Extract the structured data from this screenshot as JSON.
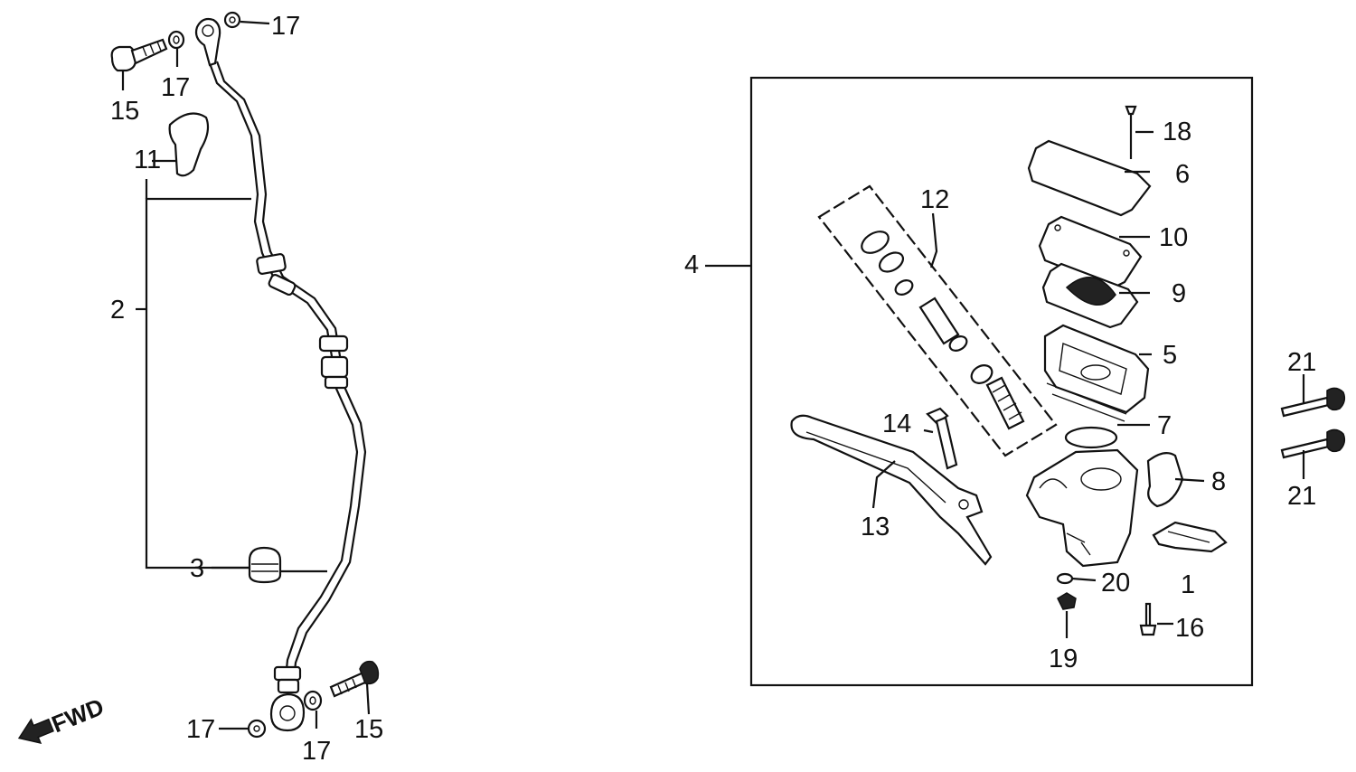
{
  "labels": {
    "l1": "1",
    "l2": "2",
    "l3": "3",
    "l4": "4",
    "l5": "5",
    "l6": "6",
    "l7": "7",
    "l8": "8",
    "l9": "9",
    "l10": "10",
    "l11": "11",
    "l12": "12",
    "l13": "13",
    "l14": "14",
    "l15a": "15",
    "l15b": "15",
    "l16": "16",
    "l17a": "17",
    "l17b": "17",
    "l17c": "17",
    "l17d": "17",
    "l18": "18",
    "l19": "19",
    "l20": "20",
    "l21a": "21",
    "l21b": "21"
  },
  "direction": {
    "text": "FWD",
    "icon": "forward-arrow-icon"
  }
}
